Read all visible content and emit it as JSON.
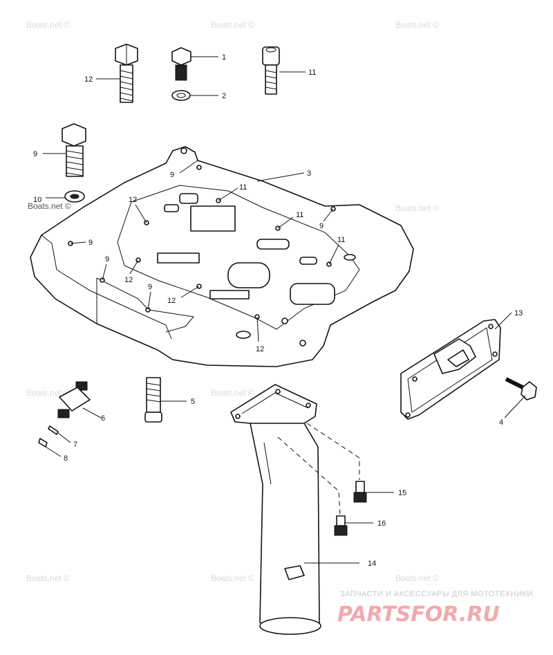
{
  "watermark": "Boats.net ©",
  "callouts": {
    "c1": "1",
    "c2": "2",
    "c3": "3",
    "c4": "4",
    "c5": "5",
    "c6": "6",
    "c7": "7",
    "c8": "8",
    "c9a": "9",
    "c9b": "9",
    "c9c": "9",
    "c9d": "9",
    "c9e": "9",
    "c9f": "9",
    "c10": "10",
    "c11a": "11",
    "c11b": "11",
    "c11c": "11",
    "c11d": "11",
    "c12a": "12",
    "c12b": "12",
    "c12c": "12",
    "c12d": "12",
    "c12e": "12",
    "c13": "13",
    "c14": "14",
    "c15": "15",
    "c16": "16"
  },
  "brand": {
    "tagline": "ЗАПЧАСТИ И АКСЕССУАРЫ ДЛЯ МОТОТЕХНИКИ",
    "logo_text": "PARTSFOR.RU",
    "logo_color": "#f2a9ad"
  }
}
